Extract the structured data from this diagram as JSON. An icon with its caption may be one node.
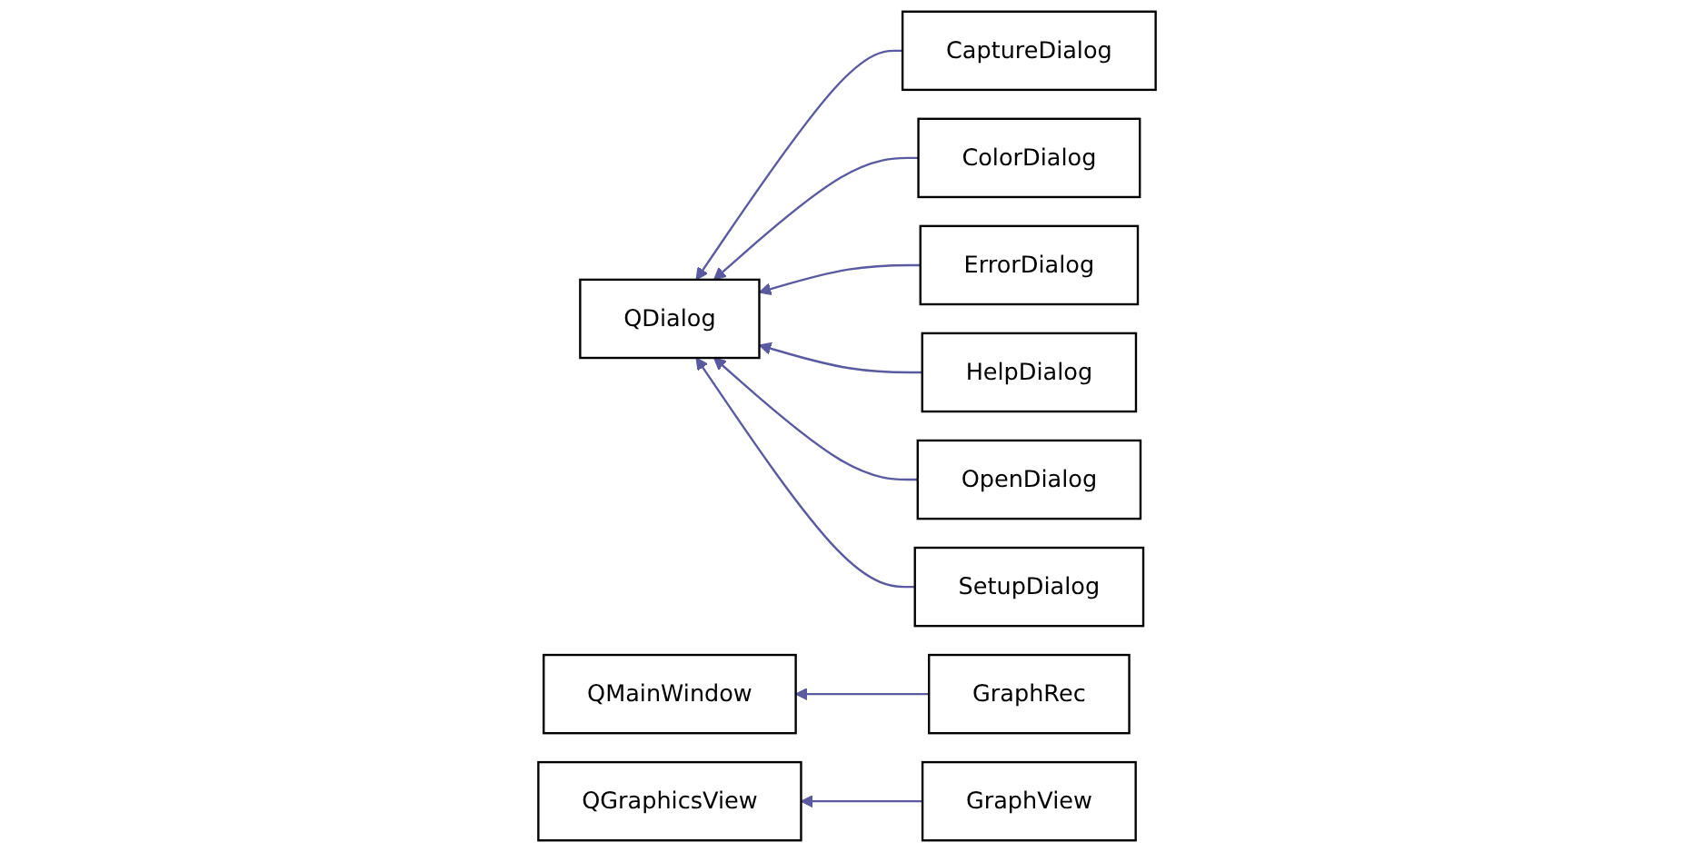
{
  "diagram": {
    "nodes": [
      {
        "text": [
          "QDialog"
        ]
      },
      {
        "text": [
          "CaptureDialog"
        ]
      },
      {
        "text": [
          "ColorDialog"
        ]
      },
      {
        "text": [
          "ErrorDialog"
        ]
      },
      {
        "text": [
          "HelpDialog"
        ]
      },
      {
        "text": [
          "OpenDialog"
        ]
      },
      {
        "text": [
          "SetupDialog"
        ]
      },
      {
        "text": [
          "QMainWindow"
        ]
      },
      {
        "text": [
          "GraphRec"
        ]
      },
      {
        "text": [
          "QGraphicsView"
        ]
      },
      {
        "text": [
          "GraphView"
        ]
      }
    ],
    "edges": [
      {
        "from": 1,
        "to": 0,
        "arrow": "to"
      },
      {
        "from": 2,
        "to": 0,
        "arrow": "to"
      },
      {
        "from": 3,
        "to": 0,
        "arrow": "to"
      },
      {
        "from": 4,
        "to": 0,
        "arrow": "to"
      },
      {
        "from": 5,
        "to": 0,
        "arrow": "to"
      },
      {
        "from": 6,
        "to": 0,
        "arrow": "to"
      },
      {
        "from": 8,
        "to": 7,
        "arrow": "to"
      },
      {
        "from": 10,
        "to": 9,
        "arrow": "to"
      }
    ]
  }
}
